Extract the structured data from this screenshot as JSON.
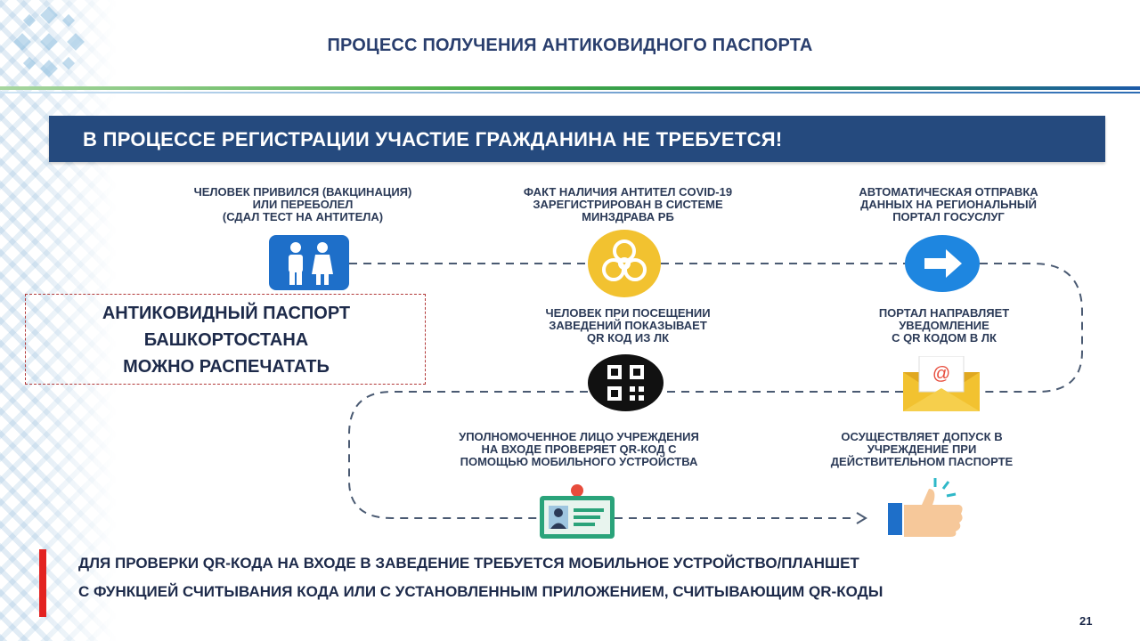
{
  "header": {
    "title": "ПРОЦЕСС ПОЛУЧЕНИЯ АНТИКОВИДНОГО ПАСПОРТА"
  },
  "banner": {
    "text": "В ПРОЦЕССЕ РЕГИСТРАЦИИ УЧАСТИЕ ГРАЖДАНИНА НЕ ТРЕБУЕТСЯ!"
  },
  "steps": [
    {
      "label": "ЧЕЛОВЕК ПРИВИЛСЯ (ВАКЦИНАЦИЯ)\nИЛИ ПЕРЕБОЛЕЛ\n(СДАЛ ТЕСТ НА АНТИТЕЛА)",
      "icon": "people-icon"
    },
    {
      "label": "ФАКТ НАЛИЧИЯ АНТИТЕЛ COVID-19\nЗАРЕГИСТРИРОВАН В СИСТЕМЕ\nМИНЗДРАВА РБ",
      "icon": "biohazard-icon"
    },
    {
      "label": "АВТОМАТИЧЕСКАЯ ОТПРАВКА\nДАННЫХ НА РЕГИОНАЛЬНЫЙ\nПОРТАЛ ГОСУСЛУГ",
      "icon": "arrow-right-icon"
    },
    {
      "label": "ПОРТАЛ НАПРАВЛЯЕТ\nУВЕДОМЛЕНИЕ\nС QR КОДОМ В ЛК",
      "icon": "email-envelope-icon"
    },
    {
      "label": "ЧЕЛОВЕК ПРИ ПОСЕЩЕНИИ\nЗАВЕДЕНИЙ ПОКАЗЫВАЕТ\nQR КОД ИЗ ЛК",
      "icon": "qr-code-icon"
    },
    {
      "label": "УПОЛНОМОЧЕННОЕ ЛИЦО УЧРЕЖДЕНИЯ\nНА ВХОДЕ ПРОВЕРЯЕТ QR-КОД С\nПОМОЩЬЮ МОБИЛЬНОГО УСТРОЙСТВА",
      "icon": "id-badge-icon"
    },
    {
      "label": "ОСУЩЕСТВЛЯЕТ ДОПУСК В\nУЧРЕЖДЕНИЕ ПРИ\nДЕЙСТВИТЕЛЬНОМ ПАСПОРТЕ",
      "icon": "thumbs-up-icon"
    }
  ],
  "print_box": {
    "line1": "АНТИКОВИДНЫЙ ПАСПОРТ",
    "line2": "БАШКОРТОСТАНА",
    "line3": "МОЖНО РАСПЕЧАТАТЬ"
  },
  "footer": {
    "line1": "ДЛЯ ПРОВЕРКИ QR-КОДА НА ВХОДЕ В ЗАВЕДЕНИЕ ТРЕБУЕТСЯ МОБИЛЬНОЕ УСТРОЙСТВО/ПЛАНШЕТ",
    "line2": "С ФУНКЦИЕЙ СЧИТЫВАНИЯ КОДА ИЛИ С УСТАНОВЛЕННЫМ ПРИЛОЖЕНИЕМ, СЧИТЫВАЮЩИМ QR-КОДЫ"
  },
  "page_number": "21",
  "colors": {
    "banner": "#254a7e",
    "accent_red": "#e32221",
    "icon_blue": "#1e6fc9",
    "icon_yellow": "#f2c230"
  }
}
